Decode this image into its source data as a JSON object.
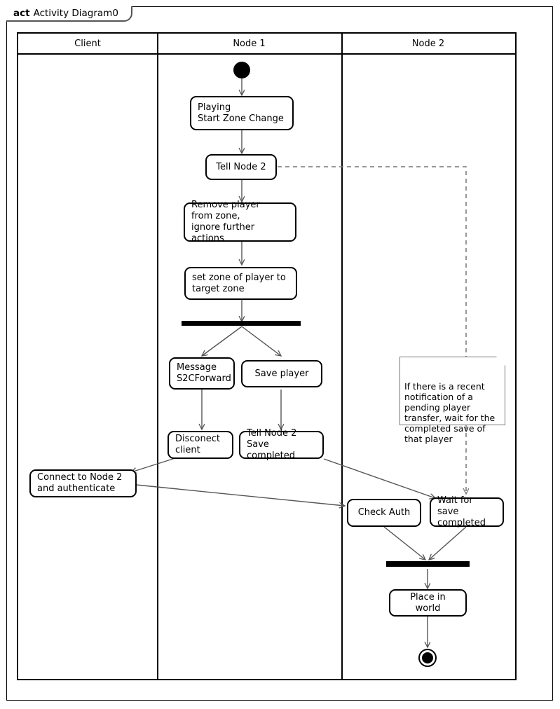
{
  "diagram": {
    "keyword": "act",
    "title": "Activity Diagram0",
    "type": "uml-activity-diagram"
  },
  "lanes": [
    {
      "id": "client",
      "label": "Client"
    },
    {
      "id": "node1",
      "label": "Node 1"
    },
    {
      "id": "node2",
      "label": "Node 2"
    }
  ],
  "nodes": {
    "start": {
      "kind": "initial-node",
      "lane": "node1"
    },
    "playing": {
      "label": "Playing\nStart Zone Change",
      "lane": "node1"
    },
    "tell_node2": {
      "label": "Tell Node 2",
      "lane": "node1"
    },
    "remove_player": {
      "label": "Remove player\nfrom zone,\nignore further actions",
      "lane": "node1"
    },
    "set_zone": {
      "label": "set zone of player to\ntarget zone",
      "lane": "node1"
    },
    "fork1": {
      "kind": "fork-bar",
      "lane": "node1"
    },
    "message_s2c": {
      "label": "Message\nS2CForward",
      "lane": "node1"
    },
    "save_player": {
      "label": "Save player",
      "lane": "node1"
    },
    "disconnect_client": {
      "label": "Disconect\nclient",
      "lane": "node1"
    },
    "tell_node2_save": {
      "label": "Tell Node 2\nSave completed",
      "lane": "node1"
    },
    "connect_node2": {
      "label": "Connect to Node 2\nand authenticate",
      "lane": "client"
    },
    "check_auth": {
      "label": "Check Auth",
      "lane": "node2"
    },
    "wait_for_save": {
      "label": "Wait for save\ncompleted",
      "lane": "node2"
    },
    "join1": {
      "kind": "join-bar",
      "lane": "node2"
    },
    "place_in_world": {
      "label": "Place in world",
      "lane": "node2"
    },
    "end": {
      "kind": "final-node",
      "lane": "node2"
    }
  },
  "note": {
    "text": "If there is a recent\nnotification of a\npending player\ntransfer, wait for the\ncompleted save of\nthat player",
    "lane": "node2",
    "attached_to": "wait_for_save"
  },
  "edges": [
    {
      "from": "start",
      "to": "playing",
      "style": "solid"
    },
    {
      "from": "playing",
      "to": "tell_node2",
      "style": "solid"
    },
    {
      "from": "tell_node2",
      "to": "wait_for_save",
      "style": "dashed"
    },
    {
      "from": "tell_node2",
      "to": "remove_player",
      "style": "solid"
    },
    {
      "from": "remove_player",
      "to": "set_zone",
      "style": "solid"
    },
    {
      "from": "set_zone",
      "to": "fork1",
      "style": "solid"
    },
    {
      "from": "fork1",
      "to": "message_s2c",
      "style": "solid"
    },
    {
      "from": "fork1",
      "to": "save_player",
      "style": "solid"
    },
    {
      "from": "message_s2c",
      "to": "disconnect_client",
      "style": "solid"
    },
    {
      "from": "save_player",
      "to": "tell_node2_save",
      "style": "solid"
    },
    {
      "from": "disconnect_client",
      "to": "connect_node2",
      "style": "solid"
    },
    {
      "from": "connect_node2",
      "to": "check_auth",
      "style": "solid"
    },
    {
      "from": "tell_node2_save",
      "to": "wait_for_save",
      "style": "solid"
    },
    {
      "from": "check_auth",
      "to": "join1",
      "style": "solid"
    },
    {
      "from": "wait_for_save",
      "to": "join1",
      "style": "solid"
    },
    {
      "from": "join1",
      "to": "place_in_world",
      "style": "solid"
    },
    {
      "from": "place_in_world",
      "to": "end",
      "style": "solid"
    }
  ],
  "colors": {
    "stroke": "#000000",
    "edge": "#555555",
    "note_border": "#777777",
    "background": "#ffffff"
  }
}
